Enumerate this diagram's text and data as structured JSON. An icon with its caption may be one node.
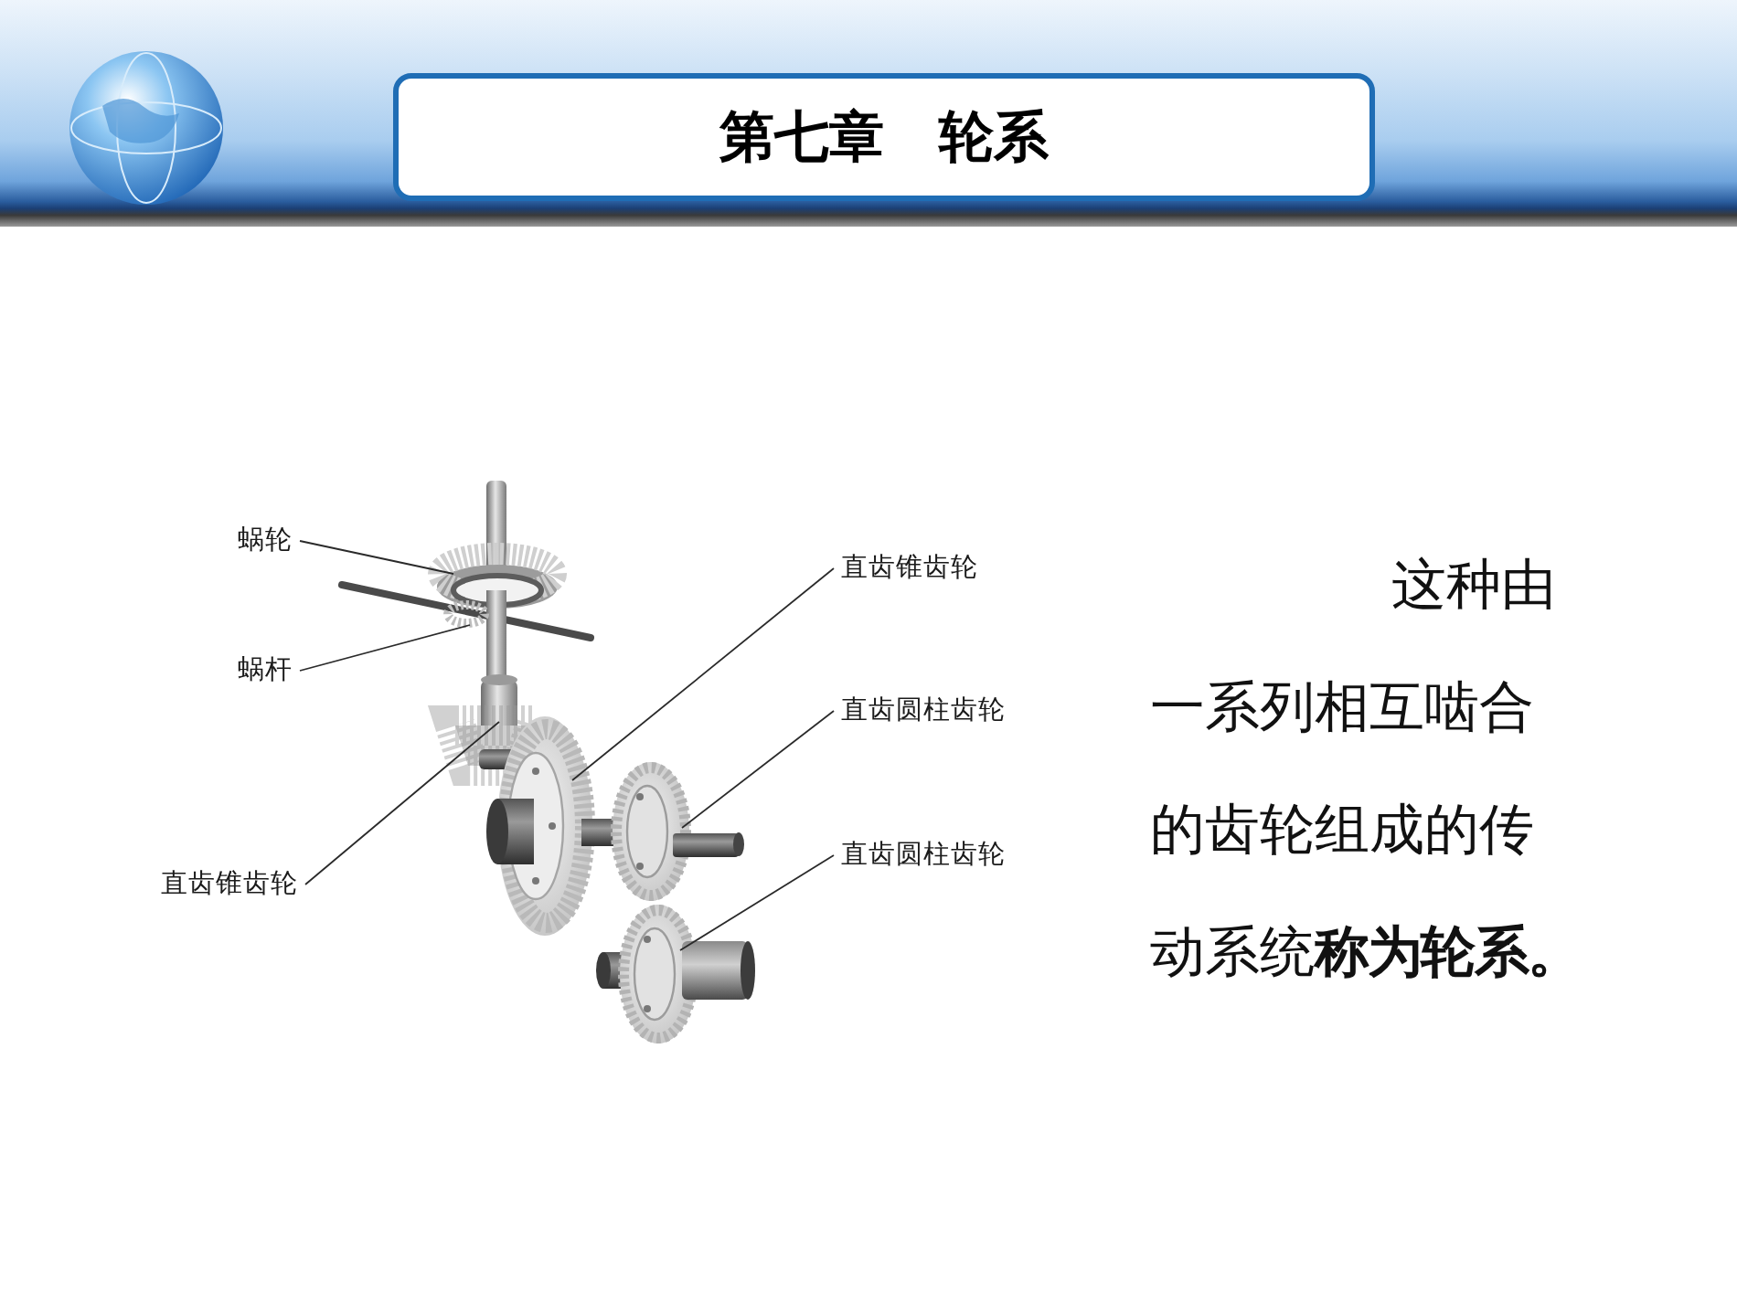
{
  "diagram": {
    "title": "第七章　轮系",
    "nodes": [
      {
        "text": [
          "蜗轮"
        ]
      },
      {
        "text": [
          "直齿锥齿轮"
        ]
      },
      {
        "text": [
          "蜗杆"
        ]
      },
      {
        "text": [
          "直齿圆柱齿轮"
        ]
      },
      {
        "text": [
          "直齿圆柱齿轮"
        ]
      },
      {
        "text": [
          "直齿锥齿轮"
        ]
      }
    ],
    "edges": [
      {
        "from": 0,
        "to": null,
        "arrow": "none"
      },
      {
        "from": 1,
        "to": null,
        "arrow": "none"
      },
      {
        "from": 2,
        "to": null,
        "arrow": "none"
      },
      {
        "from": 3,
        "to": null,
        "arrow": "none"
      },
      {
        "from": 4,
        "to": null,
        "arrow": "none"
      },
      {
        "from": 5,
        "to": null,
        "arrow": "none"
      }
    ],
    "labels": [
      "这种由一系列相互啮合的齿轮组成的传动系统**称为轮系。**"
    ]
  }
}
